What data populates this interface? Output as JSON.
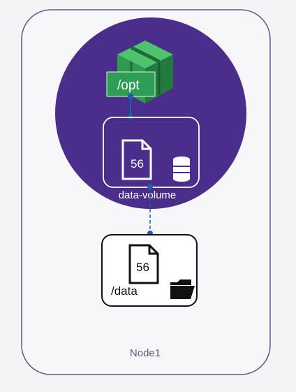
{
  "node": {
    "label": "Node1"
  },
  "pod": {
    "mount_path": "/opt",
    "volume_name": "data-volume",
    "file_value": "56"
  },
  "host": {
    "path": "/data",
    "file_value": "56"
  },
  "icons": {
    "container": "container-box-icon",
    "pod_file": "document-icon",
    "database": "database-icon",
    "host_file": "document-icon",
    "folder": "open-folder-icon"
  },
  "colors": {
    "pod": "#4b2e8c",
    "container_green": "#2e9d55",
    "connector_blue": "#1f5fae"
  }
}
